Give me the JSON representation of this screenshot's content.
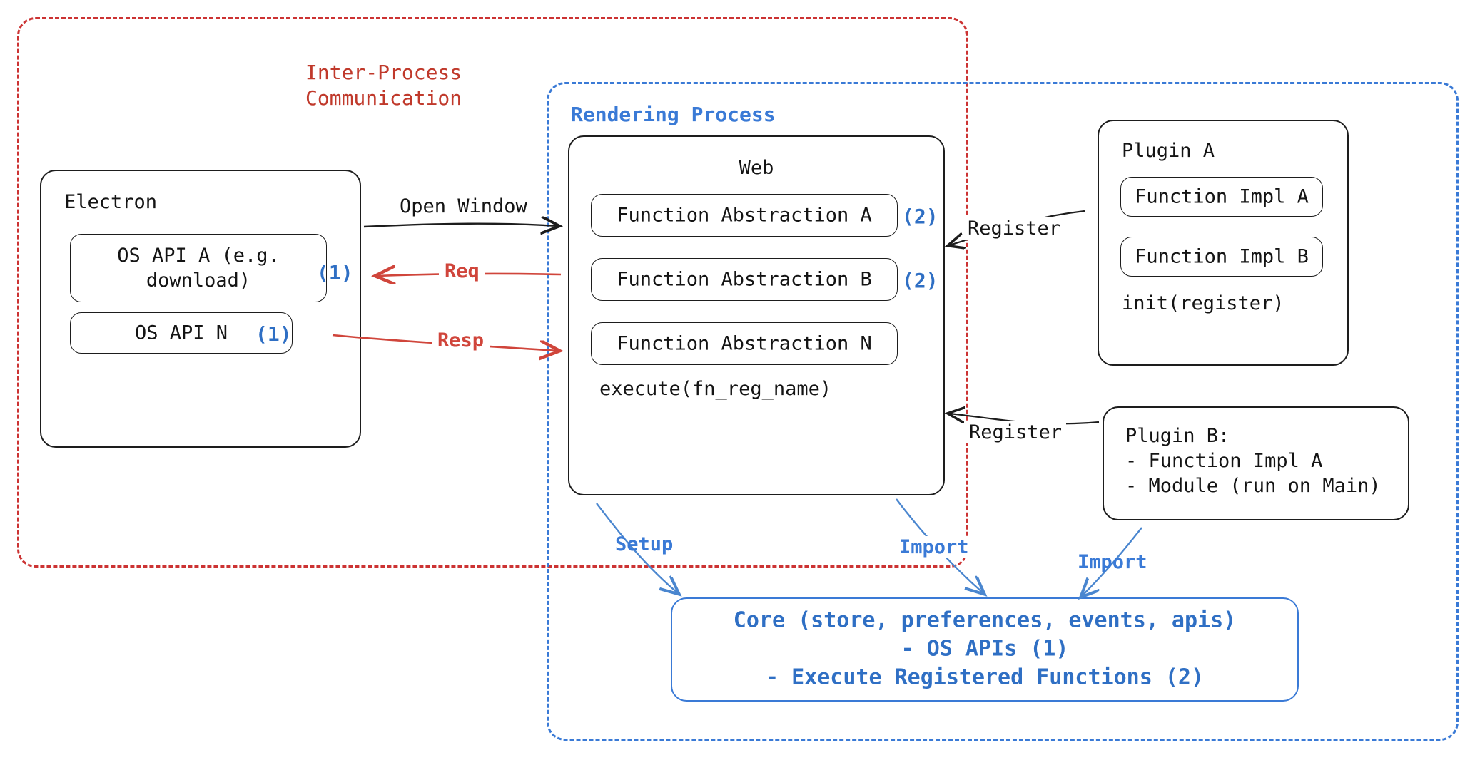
{
  "diagram": {
    "title": "Electron plugin architecture",
    "colors": {
      "ipc_red": "#c0392b",
      "arrow_red": "#d0453b",
      "process_blue": "#3a7ad6",
      "tag_blue": "#2f6fc4",
      "ink_black": "#141414"
    }
  },
  "groups": {
    "ipc": {
      "label": "Inter-Process\nCommunication"
    },
    "rendering": {
      "label": "Rendering Process"
    }
  },
  "electron": {
    "title": "Electron",
    "apis": [
      {
        "label": "OS API A (e.g.\ndownload)",
        "tag": "(1)"
      },
      {
        "label": "OS API N",
        "tag": "(1)"
      }
    ]
  },
  "web": {
    "title": "Web",
    "abstractions": [
      {
        "label": "Function Abstraction A",
        "tag": "(2)"
      },
      {
        "label": "Function Abstraction B",
        "tag": "(2)"
      },
      {
        "label": "Function Abstraction N",
        "tag": ""
      }
    ],
    "footer": "execute(fn_reg_name)"
  },
  "plugin_a": {
    "title": "Plugin A",
    "items": [
      "Function Impl A",
      "Function Impl B"
    ],
    "footer": "init(register)"
  },
  "plugin_b": {
    "lines": "Plugin B:\n- Function Impl A\n- Module (run on Main)"
  },
  "core": {
    "lines": "Core (store, preferences, events, apis)\n- OS APIs (1)\n- Execute Registered Functions (2)"
  },
  "arrows": {
    "open_window": "Open Window",
    "req": "Req",
    "resp": "Resp",
    "register_a": "Register",
    "register_b": "Register",
    "setup": "Setup",
    "import_web": "Import",
    "import_plugin": "Import"
  }
}
